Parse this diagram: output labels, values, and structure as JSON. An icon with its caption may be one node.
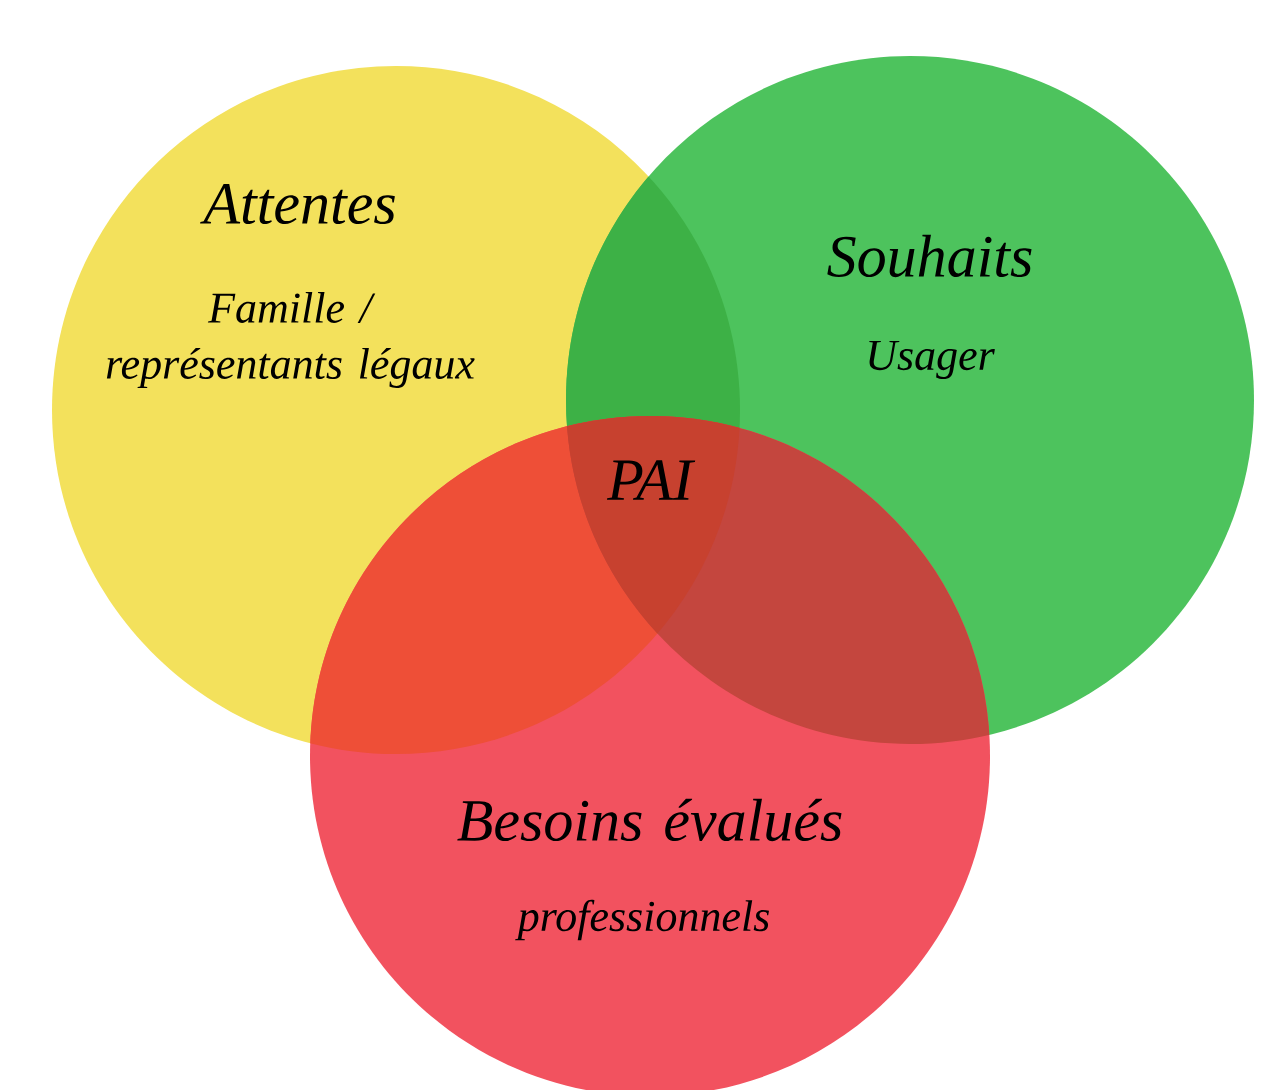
{
  "diagram": {
    "nodes": [
      {
        "text": [
          "Attentes",
          "Famille / représentants légaux"
        ]
      },
      {
        "text": [
          "Souhaits",
          "Usager"
        ]
      },
      {
        "text": [
          "Besoins évalués",
          "professionnels"
        ]
      }
    ],
    "labels": [
      "PAI"
    ]
  }
}
